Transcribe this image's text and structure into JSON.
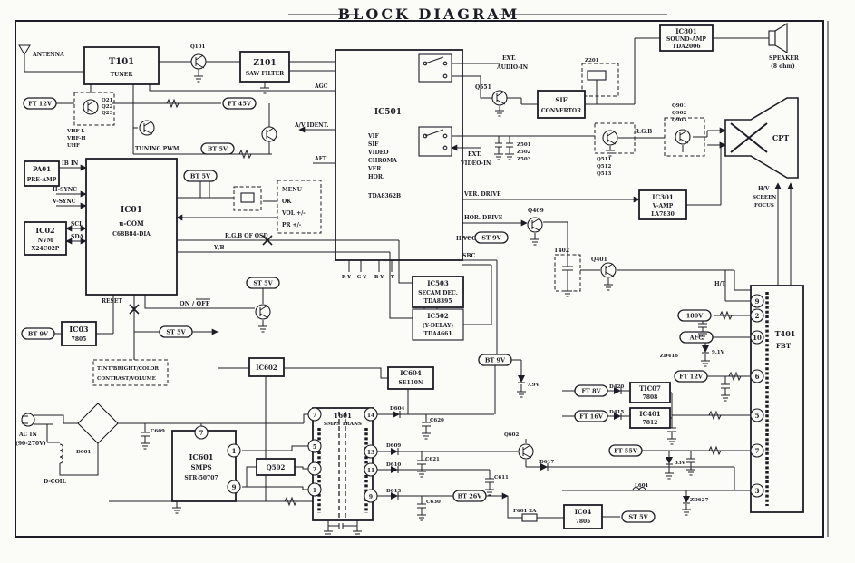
{
  "title": "BLOCK DIAGRAM",
  "blocks": {
    "t101": {
      "name": "T101",
      "sub": "TUNER"
    },
    "z101": {
      "name": "Z101",
      "sub": "SAW FILTER"
    },
    "pa01": {
      "name": "PA01",
      "sub": "PRE-AMP"
    },
    "ic01": {
      "name": "IC01",
      "sub": "u-COM",
      "part": "C68B84-DIA"
    },
    "ic02": {
      "name": "IC02",
      "sub": "NVM",
      "part": "X24C02P"
    },
    "ic03": {
      "name": "IC03",
      "part": "7805"
    },
    "ic501": {
      "name": "IC501",
      "f1": "VIF",
      "f2": "SIF",
      "f3": "VIDEO",
      "f4": "CHROMA",
      "f5": "VER.",
      "f6": "HOR.",
      "part": "TDA8362B"
    },
    "ic503": {
      "name": "IC503",
      "sub": "SECAM DEC.",
      "part": "TDA8395"
    },
    "ic502": {
      "name": "IC502",
      "sub": "(Y-DELAY)",
      "part": "TDA4661"
    },
    "ic301": {
      "name": "IC301",
      "sub": "V-AMP",
      "part": "LA7830"
    },
    "ic801": {
      "name": "IC801",
      "sub": "SOUND-AMP",
      "part": "TDA2006"
    },
    "sif_conv": {
      "name": "SIF",
      "sub": "CONVERTOR"
    },
    "ic604": {
      "name": "IC604",
      "part": "SE110N"
    },
    "ic602": {
      "name": "IC602"
    },
    "ic601": {
      "name": "IC601",
      "sub": "SMPS",
      "part": "STR-50707"
    },
    "q502": {
      "name": "Q502"
    },
    "t601": {
      "name": "T601",
      "sub": "SMPS TRANS"
    },
    "t401": {
      "name": "T401",
      "sub": "FBT"
    },
    "tic07": {
      "name": "TIC07",
      "part": "7808"
    },
    "ic401": {
      "name": "IC401",
      "part": "7812"
    },
    "ic04": {
      "name": "IC04",
      "part": "7805"
    }
  },
  "keypad": {
    "l1": "MENU",
    "l2": "OK",
    "l3": "VOL +/-",
    "l4": "PR +/-"
  },
  "controls": {
    "l1": "TINT/BRIGHT/COLOR",
    "l2": "CONTRAST/VOLUME"
  },
  "rails": {
    "ft12v_a": "FT 12V",
    "ft45v": "FT 45V",
    "bt5v_a": "BT 5V",
    "bt5v_b": "BT 5V",
    "st5v_a": "ST 5V",
    "st5v_b": "ST 5V",
    "st5v_c": "ST 5V",
    "bt9v_a": "BT 9V",
    "bt9v_b": "BT 9V",
    "st9v": "ST 9V",
    "v180": "180V",
    "afc": "AFC",
    "ft12v_b": "FT 12V",
    "ft8v": "FT 8V",
    "ft16v": "FT 16V",
    "ft55v": "FT 55V",
    "bt26v": "BT 26V"
  },
  "signals": {
    "antenna": "ANTENNA",
    "agc": "AGC",
    "av_ident": "A/V IDENT.",
    "aft": "AFT",
    "vhf_l": "VHF-L",
    "vhf_h": "VHF-H",
    "uhf": "UHF",
    "tuning": "TUNING PWM",
    "ib_in": "IB IN",
    "hsync": "H-SYNC",
    "vsync": "V-SYNC",
    "scl": "SCL",
    "sda": "SDA",
    "reset": "RESET",
    "onoff": "ON / OFF",
    "rgb_osd": "R.G.B OF OSD",
    "yb": "Y/B",
    "cy1": "R-Y",
    "cy2": "G-Y",
    "cy3": "B-Y",
    "cy4": "Y",
    "ext_audio1": "EXT.",
    "ext_audio2": "AUDIO-IN",
    "ext_video1": "EXT.",
    "ext_video2": "VIDEO-IN",
    "ver_drive": "VER. DRIVE",
    "hor_drive": "HOR. DRIVE",
    "hvcc": "H.VCC",
    "sbc": "SBC",
    "rgb": "R.G.B",
    "ht": "H/T",
    "hv": "H/V",
    "screen": "SCREEN",
    "focus": "FOCUS",
    "cpt": "CPT",
    "speaker1": "SPEAKER",
    "speaker2": "(8 ohm)",
    "ac1": "AC IN",
    "ac2": "(90-270V)",
    "dcoil": "D-COIL"
  },
  "parts": {
    "q101": "Q101",
    "q21": "Q21",
    "q22": "Q22",
    "q23": "Q23",
    "q551": "Q551",
    "z201": "Z201",
    "z501": "Z501",
    "z502": "Z502",
    "z503": "Z503",
    "q511": "Q511",
    "q512": "Q512",
    "q513": "Q513",
    "q901": "Q901",
    "q902": "Q902",
    "q903": "Q903",
    "q409": "Q409",
    "t402": "T402",
    "q401": "Q401",
    "q602": "Q602",
    "zd416": "ZD416",
    "v91": "9.1V",
    "v79": "7.9V",
    "v33": "33V",
    "l601": "L601",
    "zd627": "ZD627",
    "d420": "D420",
    "d415": "D415",
    "d601": "D601",
    "c609": "C609",
    "d604": "D604",
    "c620": "C620",
    "d609": "D609",
    "c621": "C621",
    "d610": "D610",
    "c611": "C611",
    "d613": "D613",
    "c630": "C630",
    "d617": "D617",
    "f601": "F601 2A"
  },
  "pins": {
    "t401": [
      "9",
      "2",
      "10",
      "6",
      "5",
      "7",
      "3"
    ],
    "t601_left": [
      "7",
      "5",
      "2",
      "1"
    ],
    "t601_right": [
      "14",
      "13",
      "11",
      "9"
    ],
    "ic601": [
      "7",
      "1",
      "9"
    ]
  },
  "colors": {
    "ink": "#1c1c26",
    "paper": "#fbfbf7"
  }
}
